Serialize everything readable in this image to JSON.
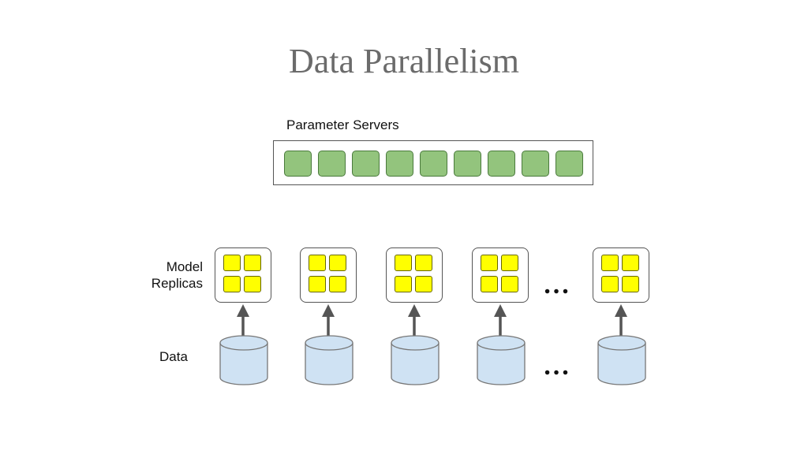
{
  "title": "Data Parallelism",
  "labels": {
    "parameter_servers": "Parameter Servers",
    "model_replicas": "Model\nReplicas",
    "data": "Data",
    "ellipsis": "…"
  },
  "colors": {
    "title": "#6b6b6b",
    "parameter_shard_fill": "#93c47d",
    "model_parameter_fill": "#ffff00",
    "data_store_fill": "#cfe2f3",
    "arrow": "#555555"
  },
  "icons": {
    "parameter_shard": "rounded-square",
    "model_parameter": "rounded-square",
    "data_store": "cylinder-icon",
    "flow": "arrow-up-icon"
  }
}
